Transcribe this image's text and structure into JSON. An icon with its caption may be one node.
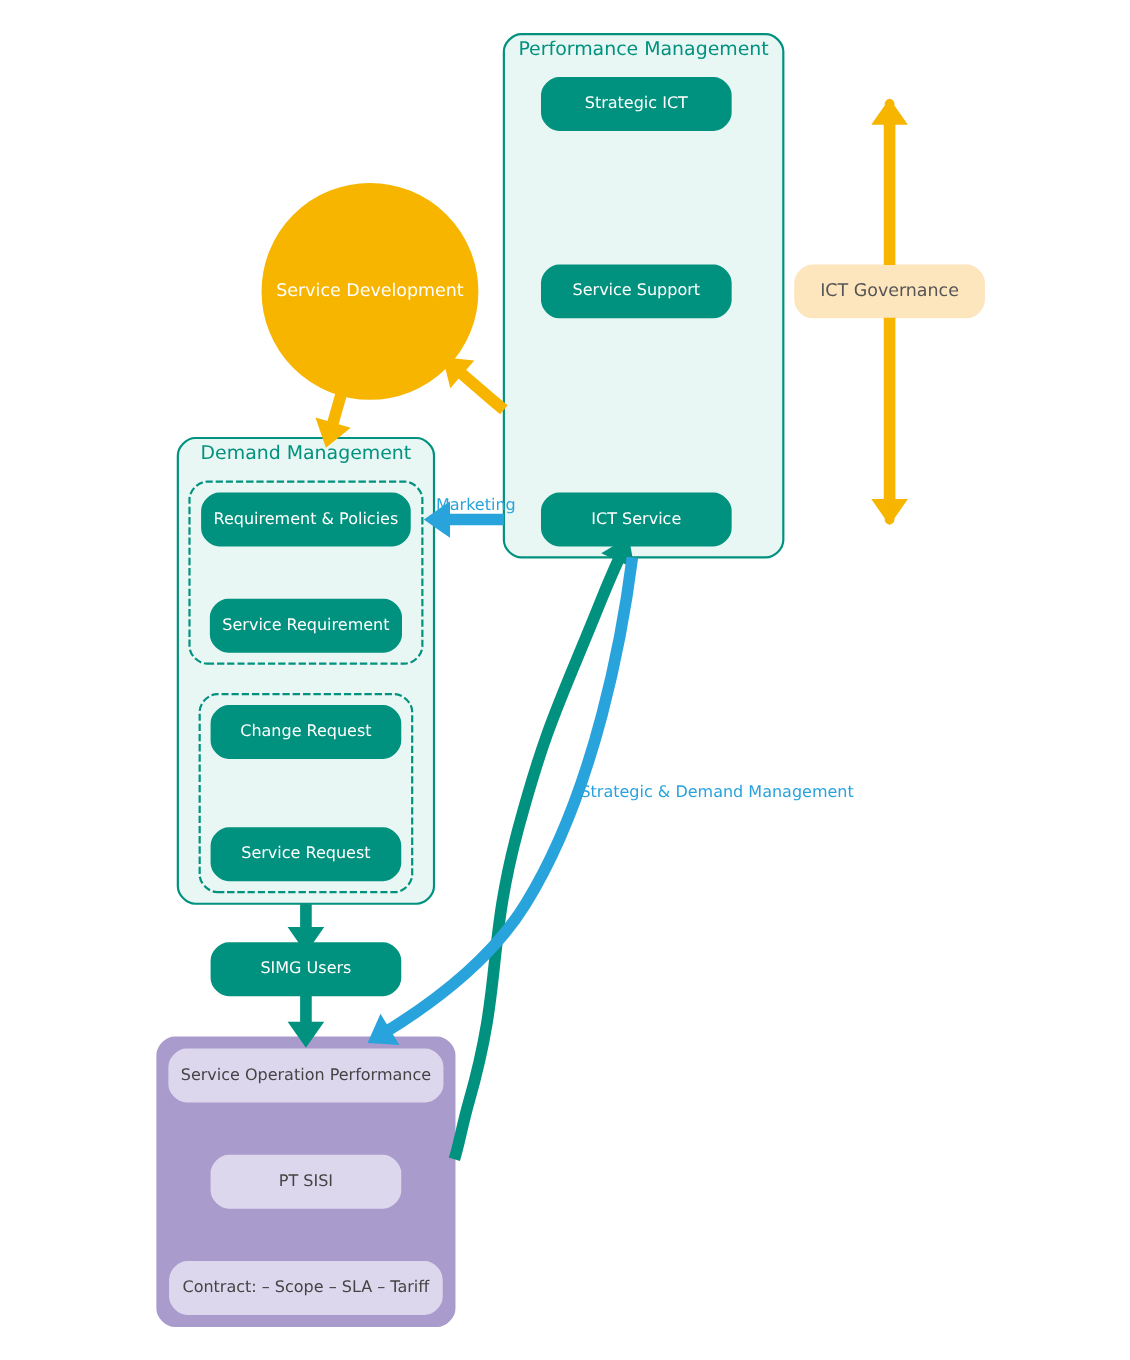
{
  "diagram": {
    "nodes": [
      {
        "text": [
          "Service Development"
        ]
      },
      {
        "text": [
          "Demand Management"
        ]
      },
      {
        "text": [],
        "shape": "box",
        "in": 1
      },
      {
        "text": [
          "Requirement & Policies"
        ],
        "in": 2
      },
      {
        "text": [
          "Service Requirement"
        ],
        "in": 2
      },
      {
        "text": [],
        "shape": "box",
        "in": 1
      },
      {
        "text": [
          "Change Request"
        ],
        "in": 5
      },
      {
        "text": [
          "Service Request"
        ],
        "in": 5
      },
      {
        "text": [
          "SIMG Users"
        ]
      },
      {
        "text": [],
        "shape": "box"
      },
      {
        "text": [
          "Service Operation Performance"
        ],
        "in": 9
      },
      {
        "text": [
          "PT SISI"
        ],
        "in": 9
      },
      {
        "text": [
          "Contract: – Scope – SLA – Tariff"
        ],
        "in": 9
      },
      {
        "text": [
          "Performance Management"
        ]
      },
      {
        "text": [
          "Strategic ICT"
        ],
        "in": 13
      },
      {
        "text": [
          "Service Support"
        ],
        "in": 13
      },
      {
        "text": [
          "ICT Service"
        ],
        "in": 13
      },
      {
        "text": [
          "ICT Governance"
        ]
      }
    ],
    "edges": [
      {
        "from": 0,
        "to": 1,
        "arrow": "to",
        "color": "#f7b500"
      },
      {
        "from": 13,
        "to": 0,
        "arrow": "to",
        "color": "#f7b500"
      },
      {
        "from": 13,
        "to": 1,
        "arrow": "to",
        "label": "Marketing",
        "color": "#29a3dc"
      },
      {
        "from": 17,
        "to": null,
        "arrow": "to",
        "color": "#f7b500"
      },
      {
        "from": 17,
        "to": null,
        "arrow": "to",
        "color": "#f7b500"
      },
      {
        "from": 1,
        "to": 8,
        "arrow": "to",
        "color": "#00927e"
      },
      {
        "from": 8,
        "to": 9,
        "arrow": "to",
        "color": "#00927e"
      },
      {
        "from": 9,
        "to": 16,
        "arrow": "to",
        "color": "#00927e"
      },
      {
        "from": 13,
        "to": 9,
        "arrow": "to",
        "label": "Strategic & Demand Management",
        "color": "#29a3dc"
      }
    ]
  }
}
